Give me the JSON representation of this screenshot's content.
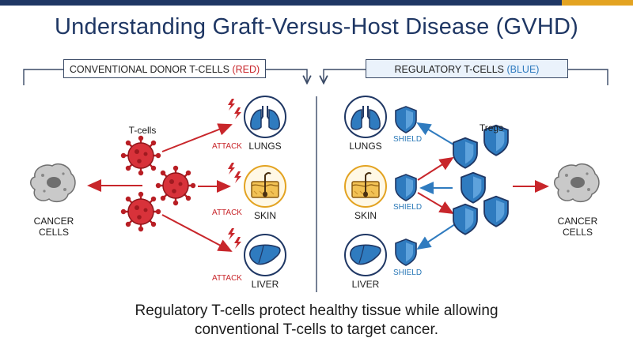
{
  "title": "Understanding Graft-Versus-Host Disease (GVHD)",
  "left_panel": {
    "label_main": "CONVENTIONAL DONOR T-CELLS ",
    "label_color_word": "(RED)",
    "tcells_label": "T-cells",
    "cancer_label_line1": "CANCER",
    "cancer_label_line2": "CELLS",
    "attack_label": "ATTACK",
    "organs": [
      "LUNGS",
      "SKIN",
      "LIVER"
    ]
  },
  "right_panel": {
    "label_main": "REGULATORY T-CELLS ",
    "label_color_word": "(BLUE)",
    "tregs_label": "Tregs",
    "shield_label": "SHIELD",
    "cancer_label_line1": "CANCER",
    "cancer_label_line2": "CELLS",
    "organs": [
      "LUNGS",
      "SKIN",
      "LIVER"
    ]
  },
  "caption_line1": "Regulatory T-cells protect healthy tissue while allowing",
  "caption_line2": "conventional T-cells to target cancer.",
  "colors": {
    "navy": "#1f3764",
    "red": "#c8262b",
    "blue": "#2f7bbf",
    "gold": "#e3a321",
    "gray": "#a9a9a9"
  },
  "icons": [
    "virus-icon",
    "lung-icon",
    "skin-icon",
    "liver-icon",
    "shield-icon",
    "cancer-cell-icon",
    "lightning-icon"
  ]
}
